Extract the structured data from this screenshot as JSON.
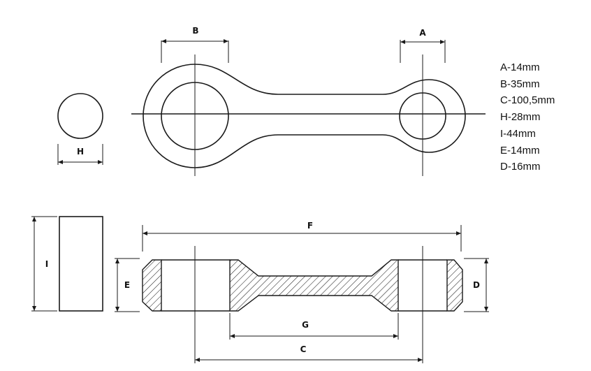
{
  "labels": {
    "A": "A",
    "B": "B",
    "C": "C",
    "D": "D",
    "E": "E",
    "F": "F",
    "G": "G",
    "H": "H",
    "I": "I"
  },
  "specs": [
    "A-14mm",
    "B-35mm",
    "C-100,5mm",
    "H-28mm",
    "I-44mm",
    "E-14mm",
    "D-16mm"
  ]
}
